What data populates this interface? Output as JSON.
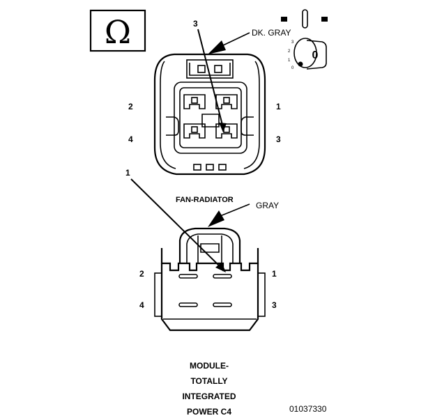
{
  "ohm_symbol": "Ω",
  "top_view": {
    "callout_number": "3",
    "color_label": "DK. GRAY",
    "pins": {
      "p1": "1",
      "p2": "2",
      "p3": "3",
      "p4": "4"
    }
  },
  "ignition_switch": {
    "positions": [
      "3",
      "2",
      "1",
      "0"
    ],
    "key_label": "0",
    "icon": "ignition-key-icon"
  },
  "side_view": {
    "callout_number": "1",
    "name_label": "FAN-RADIATOR",
    "color_label": "GRAY",
    "pins": {
      "p1": "1",
      "p2": "2",
      "p3": "3",
      "p4": "4"
    }
  },
  "caption": [
    "MODULE-",
    "TOTALLY",
    "INTEGRATED",
    "POWER C4"
  ],
  "figure_id": "01037330"
}
